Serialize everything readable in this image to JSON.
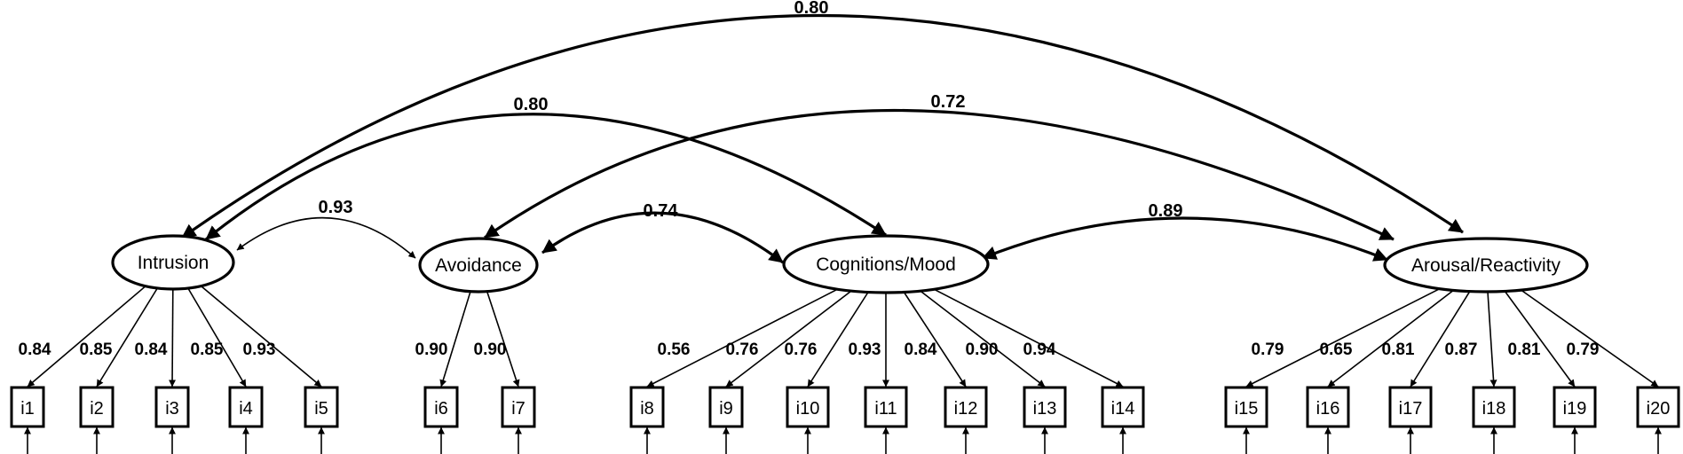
{
  "latents": [
    {
      "id": "intrusion",
      "label": "Intrusion"
    },
    {
      "id": "avoidance",
      "label": "Avoidance"
    },
    {
      "id": "cognitions",
      "label": "Cognitions/Mood"
    },
    {
      "id": "arousal",
      "label": "Arousal/Reactivity"
    }
  ],
  "items": [
    {
      "label": "i1",
      "factor": "intrusion",
      "loading": "0.84"
    },
    {
      "label": "i2",
      "factor": "intrusion",
      "loading": "0.85"
    },
    {
      "label": "i3",
      "factor": "intrusion",
      "loading": "0.84"
    },
    {
      "label": "i4",
      "factor": "intrusion",
      "loading": "0.85"
    },
    {
      "label": "i5",
      "factor": "intrusion",
      "loading": "0.93"
    },
    {
      "label": "i6",
      "factor": "avoidance",
      "loading": "0.90"
    },
    {
      "label": "i7",
      "factor": "avoidance",
      "loading": "0.90"
    },
    {
      "label": "i8",
      "factor": "cognitions",
      "loading": "0.56"
    },
    {
      "label": "i9",
      "factor": "cognitions",
      "loading": "0.76"
    },
    {
      "label": "i10",
      "factor": "cognitions",
      "loading": "0.76"
    },
    {
      "label": "i11",
      "factor": "cognitions",
      "loading": "0.93"
    },
    {
      "label": "i12",
      "factor": "cognitions",
      "loading": "0.84"
    },
    {
      "label": "i13",
      "factor": "cognitions",
      "loading": "0.90"
    },
    {
      "label": "i14",
      "factor": "cognitions",
      "loading": "0.94"
    },
    {
      "label": "i15",
      "factor": "arousal",
      "loading": "0.79"
    },
    {
      "label": "i16",
      "factor": "arousal",
      "loading": "0.65"
    },
    {
      "label": "i17",
      "factor": "arousal",
      "loading": "0.81"
    },
    {
      "label": "i18",
      "factor": "arousal",
      "loading": "0.87"
    },
    {
      "label": "i19",
      "factor": "arousal",
      "loading": "0.81"
    },
    {
      "label": "i20",
      "factor": "arousal",
      "loading": "0.79"
    }
  ],
  "correlations": [
    {
      "from": "intrusion",
      "to": "avoidance",
      "value": "0.93"
    },
    {
      "from": "avoidance",
      "to": "cognitions",
      "value": "0.74"
    },
    {
      "from": "cognitions",
      "to": "arousal",
      "value": "0.89"
    },
    {
      "from": "intrusion",
      "to": "cognitions",
      "value": "0.80"
    },
    {
      "from": "avoidance",
      "to": "arousal",
      "value": "0.72"
    },
    {
      "from": "intrusion",
      "to": "arousal",
      "value": "0.80"
    }
  ]
}
